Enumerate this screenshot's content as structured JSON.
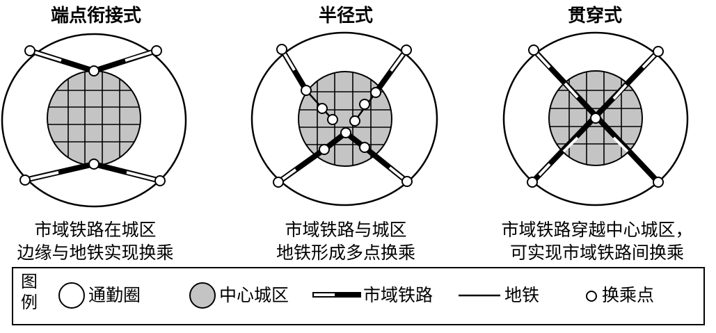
{
  "diagrams": [
    {
      "title": "端点衔接式",
      "caption_line1": "市域铁路在城区",
      "caption_line2": "边缘与地铁实现换乘"
    },
    {
      "title": "半径式",
      "caption_line1": "市域铁路与城区",
      "caption_line2": "地铁形成多点换乘"
    },
    {
      "title": "贯穿式",
      "caption_line1": "市域铁路穿越中心城区，",
      "caption_line2": "可实现市域铁路间换乘"
    }
  ],
  "legend": {
    "title": "图例",
    "items": {
      "commute_circle": "通勤圈",
      "central_district": "中心城区",
      "suburban_railway": "市域铁路",
      "metro": "地铁",
      "transfer_point": "换乘点"
    }
  },
  "colors": {
    "district_fill": "#c4c4c4",
    "line": "#000000",
    "background": "#ffffff"
  }
}
